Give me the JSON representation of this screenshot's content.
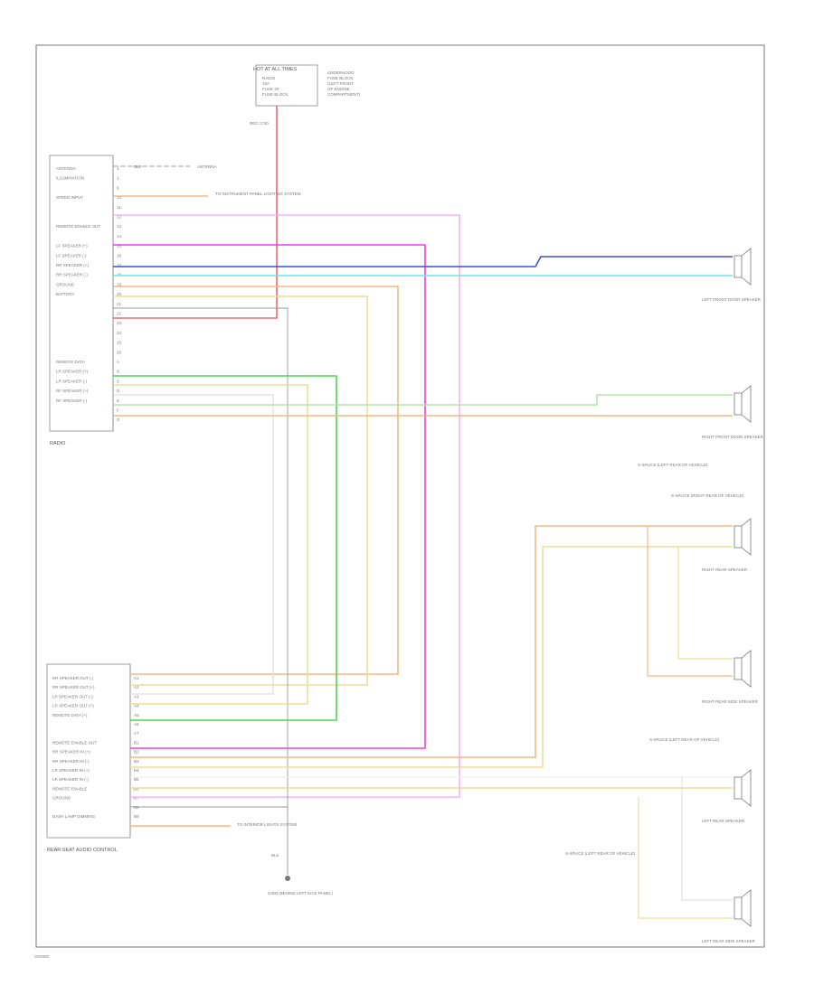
{
  "diagram": {
    "colors": {
      "red": "#f06a6a",
      "magenta": "#ee3ee8",
      "pink": "#f7b4f2",
      "blue": "#3f4fcf",
      "cyan": "#69e6ee",
      "orange": "#f7b781",
      "tan": "#f1dc95",
      "green": "#4ed44e",
      "lightgreen": "#aee8a9",
      "gray": "#9a9a9a",
      "border": "#777777"
    },
    "fuse": {
      "title": "HOT AT ALL TIMES",
      "lines": [
        "RADIO",
        "10A",
        "FUSE 20",
        "FUSE BLOCK"
      ],
      "right_lines": [
        "UNDERHOOD",
        "FUSE BLOCK",
        "(LEFT FRONT",
        "OF ENGINE",
        "COMPARTMENT)"
      ],
      "wire": "RED 1740"
    },
    "radio": {
      "name": "RADIO",
      "antenna_label": "ANTENNA",
      "antenna_wire": "BLK",
      "pins": [
        {
          "label": "ANTENNA",
          "num": "1"
        },
        {
          "label": "ILLUMINATION",
          "num": "1"
        },
        {
          "label": "",
          "num": "9"
        },
        {
          "label": "SPEED INPUT",
          "num": "10"
        },
        {
          "label": "",
          "num": "11"
        },
        {
          "label": "",
          "num": "12"
        },
        {
          "label": "REMOTE ENABLE OUT",
          "num": "13"
        },
        {
          "label": "",
          "num": "14"
        },
        {
          "label": "LF SPEAKER (+)",
          "num": "15"
        },
        {
          "label": "LF SPEAKER (-)",
          "num": "16"
        },
        {
          "label": "RR SPEAKER (+)",
          "num": "17"
        },
        {
          "label": "RR SPEAKER (-)",
          "num": "18"
        },
        {
          "label": "GROUND",
          "num": "19"
        },
        {
          "label": "BATTERY",
          "num": "20"
        },
        {
          "label": "",
          "num": "21"
        },
        {
          "label": "",
          "num": "22"
        },
        {
          "label": "",
          "num": "23"
        },
        {
          "label": "",
          "num": "24"
        },
        {
          "label": "",
          "num": "25"
        },
        {
          "label": "",
          "num": "26"
        },
        {
          "label": "REMOTE DATA",
          "num": "A"
        },
        {
          "label": "LR SPEAKER (+)",
          "num": "B"
        },
        {
          "label": "LR SPEAKER (-)",
          "num": "C"
        },
        {
          "label": "RF SPEAKER (+)",
          "num": "D"
        },
        {
          "label": "RF SPEAKER (-)",
          "num": "E"
        },
        {
          "label": "",
          "num": "F"
        },
        {
          "label": "",
          "num": "G"
        }
      ]
    },
    "rsa": {
      "name": "REAR SEAT AUDIO CONTROL",
      "pins": [
        {
          "label": "RR SPEAKER OUT (-)",
          "num": "A1"
        },
        {
          "label": "RR SPEAKER OUT (+)",
          "num": "A2"
        },
        {
          "label": "LR SPEAKER OUT (-)",
          "num": "A3"
        },
        {
          "label": "LR SPEAKER OUT (+)",
          "num": "A4"
        },
        {
          "label": "REMOTE DATA (+)",
          "num": "A5"
        },
        {
          "label": "",
          "num": "A6"
        },
        {
          "label": "",
          "num": "A7"
        },
        {
          "label": "REMOTE ENABLE OUT",
          "num": "B1"
        },
        {
          "label": "RR SPEAKER IN (+)",
          "num": "B2"
        },
        {
          "label": "RR SPEAKER IN (-)",
          "num": "B3"
        },
        {
          "label": "LR SPEAKER IN (+)",
          "num": "B4"
        },
        {
          "label": "LR SPEAKER IN (-)",
          "num": "B5"
        },
        {
          "label": "REMOTE ENABLE",
          "num": "B6"
        },
        {
          "label": "GROUND",
          "num": "B7"
        },
        {
          "label": "",
          "num": "B8"
        },
        {
          "label": "DASH LAMP DIMMING",
          "num": "B9"
        }
      ]
    },
    "speakers": [
      {
        "name": "LEFT FRONT DOOR SPEAKER"
      },
      {
        "name": "RIGHT FRONT DOOR SPEAKER"
      },
      {
        "name": "RIGHT REAR SPEAKER"
      },
      {
        "name": "RIGHT REAR SIDE SPEAKER"
      },
      {
        "name": "LEFT REAR SPEAKER"
      },
      {
        "name": "LEFT REAR SIDE SPEAKER"
      }
    ],
    "notes": {
      "illum": "TO INSTRUMENT PANEL LIGHTING SYSTEM",
      "dimming": "TO INTERIOR LIGHTS SYSTEM",
      "splice_rr": "S-SPLICE (LEFT REAR OF VEHICLE)",
      "splice_rr2": "S-SPLICE (RIGHT REAR OF VEHICLE)",
      "splice_lr": "S-SPLICE (LEFT REAR OF VEHICLE)",
      "splice_lr2": "S-SPLICE (LEFT REAR OF VEHICLE)",
      "ground": "G200 (BEHIND LEFT KICK PANEL)",
      "ground_wire": "BLK"
    },
    "footer": "G00000"
  }
}
